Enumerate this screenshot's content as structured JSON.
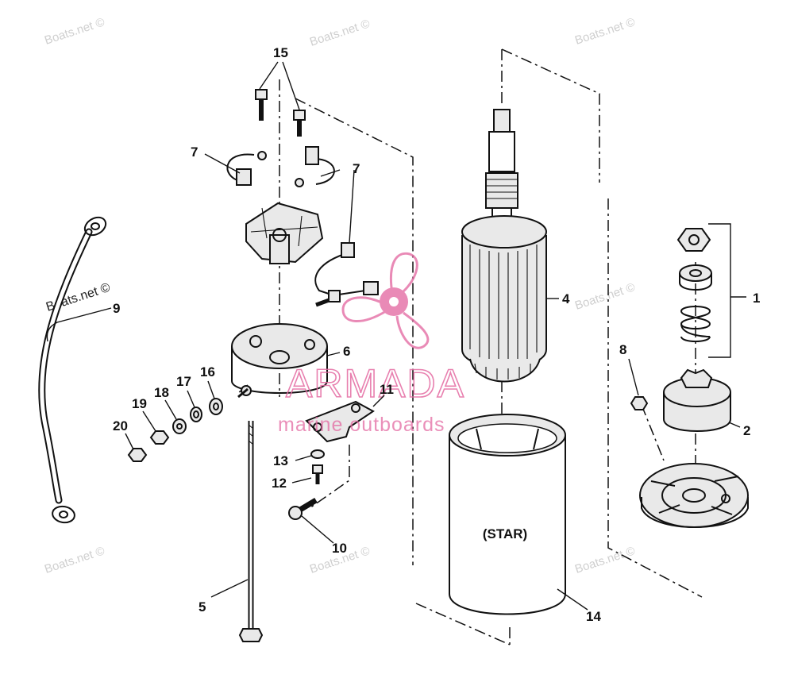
{
  "watermark": {
    "text": "Boats.net ©",
    "brand_name": "ARMADA",
    "brand_tagline": "marine outboards",
    "brand_color": "#e46aa2"
  },
  "housing_label": "(STAR)",
  "callouts": [
    {
      "id": "1",
      "text": "1"
    },
    {
      "id": "2",
      "text": "2"
    },
    {
      "id": "4",
      "text": "4"
    },
    {
      "id": "5",
      "text": "5"
    },
    {
      "id": "6",
      "text": "6"
    },
    {
      "id": "7a",
      "text": "7"
    },
    {
      "id": "7b",
      "text": "7"
    },
    {
      "id": "8",
      "text": "8"
    },
    {
      "id": "9",
      "text": "9"
    },
    {
      "id": "10",
      "text": "10"
    },
    {
      "id": "11",
      "text": "11"
    },
    {
      "id": "12",
      "text": "12"
    },
    {
      "id": "13",
      "text": "13"
    },
    {
      "id": "14",
      "text": "14"
    },
    {
      "id": "15",
      "text": "15"
    },
    {
      "id": "16",
      "text": "16"
    },
    {
      "id": "17",
      "text": "17"
    },
    {
      "id": "18",
      "text": "18"
    },
    {
      "id": "19",
      "text": "19"
    },
    {
      "id": "20",
      "text": "20"
    }
  ]
}
